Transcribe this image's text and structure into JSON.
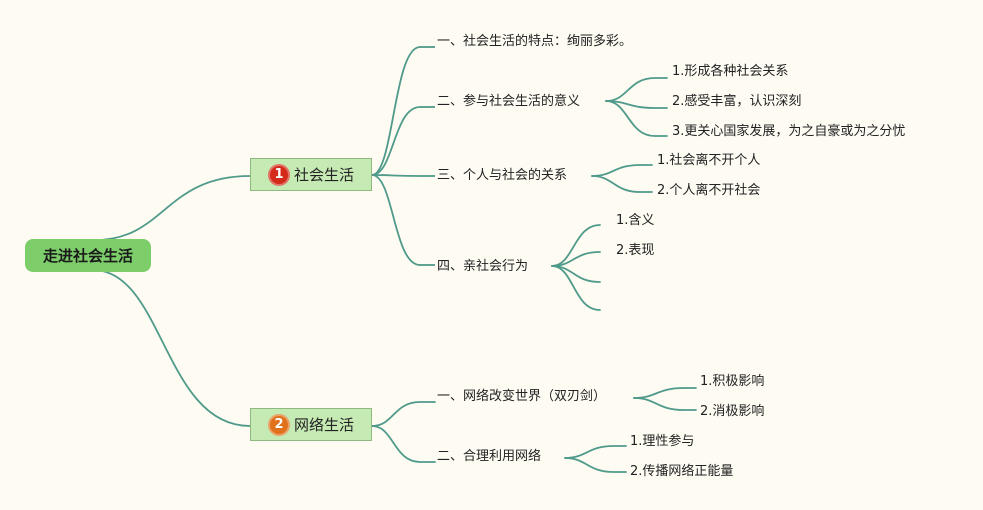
{
  "root": {
    "label": "走进社会生活"
  },
  "colors": {
    "line": "#4f9a8a",
    "root": "#7dcd6a",
    "main": "#c6eab3",
    "badge1": "#d42a1a",
    "badge2": "#e0701a"
  },
  "branches": [
    {
      "badge": "1",
      "label": "社会生活",
      "topics": [
        {
          "label": "一、社会生活的特点：绚丽多彩。",
          "items": []
        },
        {
          "label": "二、参与社会生活的意义",
          "items": [
            "1.形成各种社会关系",
            "2.感受丰富，认识深刻",
            "3.更关心国家发展，为之自豪或为之分忧"
          ]
        },
        {
          "label": "三、个人与社会的关系",
          "items": [
            "1.社会离不开个人",
            "2.个人离不开社会"
          ]
        },
        {
          "label": "四、亲社会行为",
          "items": [
            "1.含义",
            "2.表现",
            "",
            ""
          ]
        }
      ]
    },
    {
      "badge": "2",
      "label": "网络生活",
      "topics": [
        {
          "label": "一、网络改变世界（双刃剑）",
          "items": [
            "1.积极影响",
            "2.消极影响"
          ]
        },
        {
          "label": "二、合理利用网络",
          "items": [
            "1.理性参与",
            "2.传播网络正能量"
          ]
        }
      ]
    }
  ]
}
